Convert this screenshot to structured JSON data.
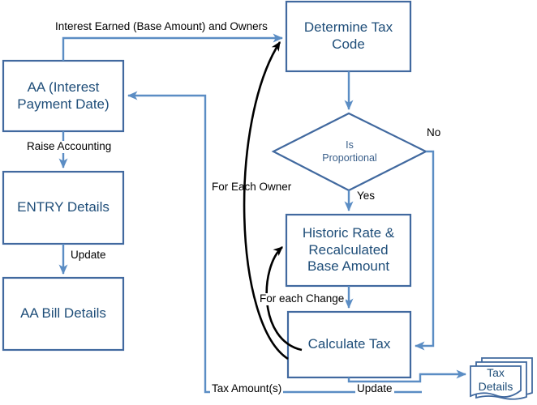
{
  "diagram": {
    "title": "Tax Calculation Flowchart",
    "colors": {
      "box_border": "#41699F",
      "box_fill": "#FFFFFF",
      "node_text": "#1F4E79",
      "decision_text": "#3A5F8A",
      "connector_blue": "#5B8DC4",
      "connector_black": "#000000",
      "background": "#FFFFFF"
    },
    "nodes": [
      {
        "id": "aa-interest-payment-date",
        "type": "process",
        "label": "AA (Interest\nPayment Date)",
        "line1": "AA (Interest",
        "line2": "Payment Date)"
      },
      {
        "id": "entry-details",
        "type": "process",
        "label": "ENTRY Details",
        "line1": "ENTRY Details",
        "line2": ""
      },
      {
        "id": "aa-bill-details",
        "type": "process",
        "label": "AA Bill Details",
        "line1": "AA Bill Details",
        "line2": ""
      },
      {
        "id": "determine-tax-code",
        "type": "process",
        "label": "Determine Tax\nCode",
        "line1": "Determine Tax",
        "line2": "Code"
      },
      {
        "id": "is-proportional",
        "type": "decision",
        "label": "Is\nProportional",
        "line1": "Is",
        "line2": "Proportional"
      },
      {
        "id": "historic-rate-recalculated-base-amount",
        "type": "process",
        "label": "Historic Rate &\nRecalculated\nBase Amount",
        "line1": "Historic Rate &",
        "line2": "Recalculated",
        "line3": "Base Amount"
      },
      {
        "id": "calculate-tax",
        "type": "process",
        "label": "Calculate Tax",
        "line1": "Calculate Tax",
        "line2": ""
      },
      {
        "id": "tax-details",
        "type": "document-stack",
        "label": "Tax\nDetails",
        "line1": "Tax",
        "line2": "Details"
      }
    ],
    "edge_labels": {
      "interest_earned": "Interest Earned (Base Amount) and Owners",
      "raise_accounting": "Raise Accounting",
      "update_left": "Update",
      "for_each_owner": "For Each Owner",
      "for_each_change": "For each Change",
      "yes": "Yes",
      "no": "No",
      "tax_amounts": "Tax Amount(s)",
      "update_bottom": "Update"
    }
  }
}
